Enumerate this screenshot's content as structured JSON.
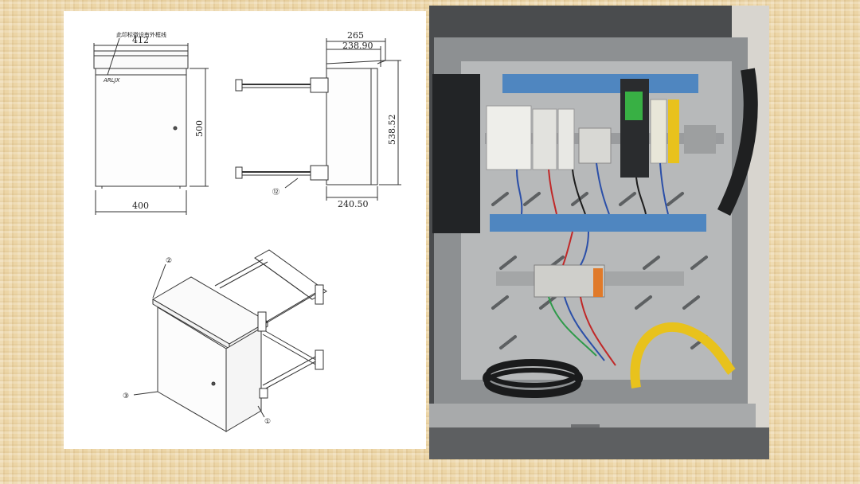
{
  "drawing": {
    "note_label": "此印标徽设有外框线",
    "brand_mark": "ARLJX",
    "dims": {
      "top_width": "412",
      "bottom_width": "400",
      "height": "500",
      "side_depth_outer": "265",
      "side_depth_inner": "238.90",
      "side_depth_bottom": "240.50",
      "side_height": "538.52"
    },
    "callouts": {
      "c12": "⑫",
      "c2": "②",
      "c3": "③",
      "c1": "①"
    }
  },
  "photo": {
    "subject": "wired enclosure",
    "accent_colors": {
      "din_rail_blue": "#4f86c0",
      "terminal_orange": "#e07a2a",
      "cable_yellow": "#e8c21c"
    }
  }
}
